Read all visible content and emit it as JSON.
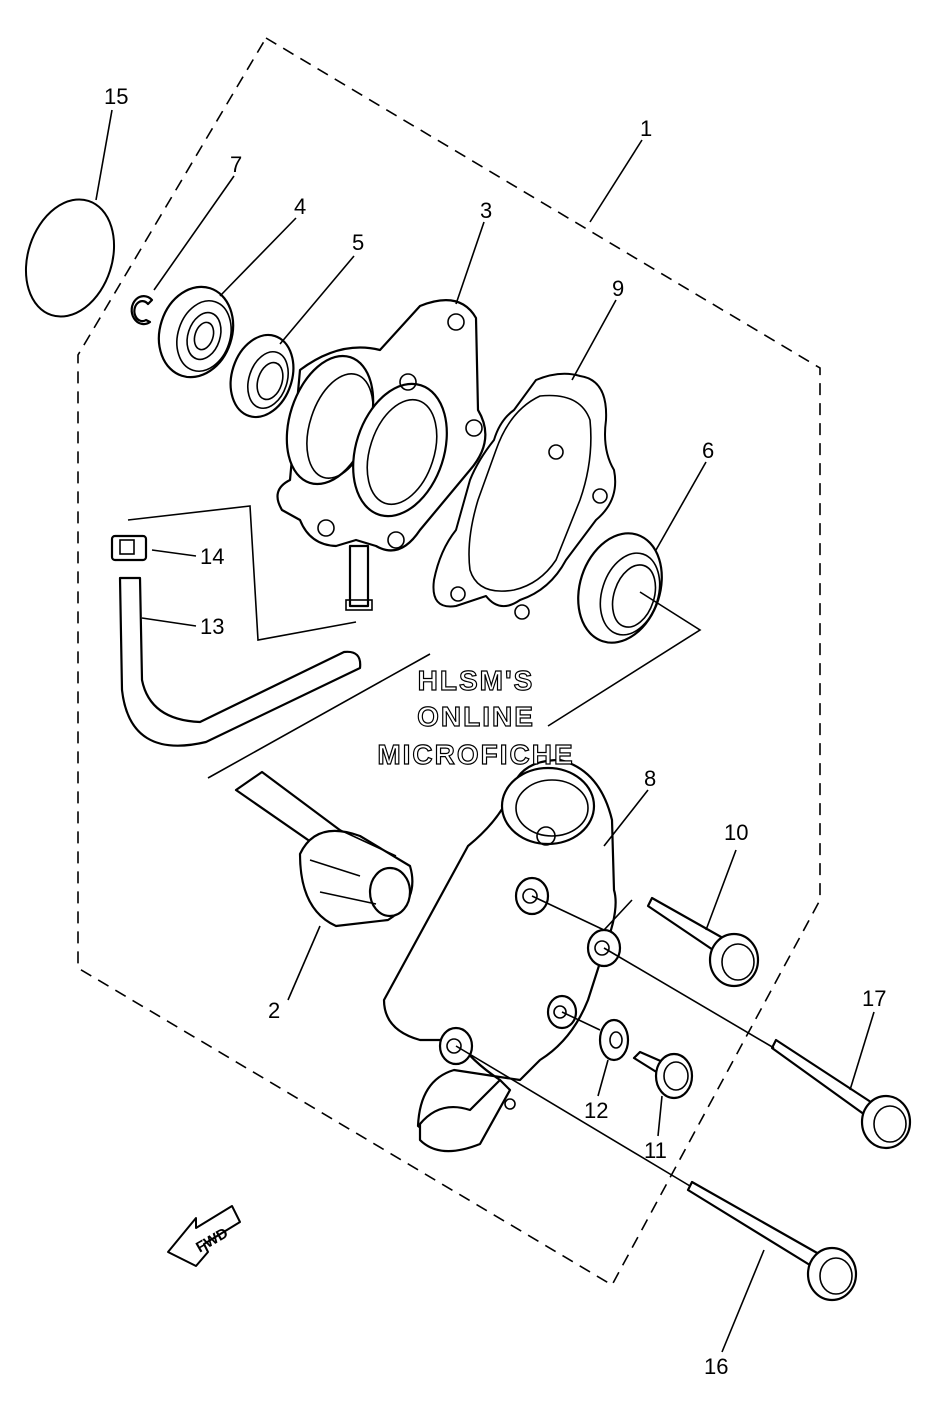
{
  "diagram": {
    "callouts": [
      {
        "id": "1",
        "label": "1"
      },
      {
        "id": "2",
        "label": "2"
      },
      {
        "id": "3",
        "label": "3"
      },
      {
        "id": "4",
        "label": "4"
      },
      {
        "id": "5",
        "label": "5"
      },
      {
        "id": "6",
        "label": "6"
      },
      {
        "id": "7",
        "label": "7"
      },
      {
        "id": "8",
        "label": "8"
      },
      {
        "id": "9",
        "label": "9"
      },
      {
        "id": "10",
        "label": "10"
      },
      {
        "id": "11",
        "label": "11"
      },
      {
        "id": "12",
        "label": "12"
      },
      {
        "id": "13",
        "label": "13"
      },
      {
        "id": "14",
        "label": "14"
      },
      {
        "id": "15",
        "label": "15"
      },
      {
        "id": "16",
        "label": "16"
      },
      {
        "id": "17",
        "label": "17"
      }
    ],
    "watermark": [
      "HLSM'S",
      "ONLINE",
      "MICROFICHE"
    ],
    "fwd_label": "FWD"
  }
}
